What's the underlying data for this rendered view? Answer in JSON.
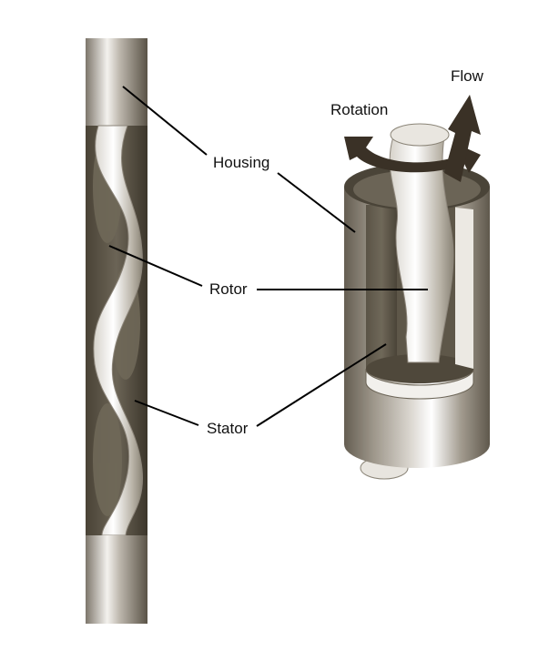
{
  "labels": {
    "housing": "Housing",
    "rotor": "Rotor",
    "stator": "Stator",
    "rotation": "Rotation",
    "flow": "Flow"
  },
  "colors": {
    "housing_dark": "#4a4438",
    "housing_mid": "#8c857a",
    "housing_light": "#f2f0ec",
    "stator_dark": "#3e382d",
    "rotor_light": "#ffffff",
    "arrow": "#3a3126"
  },
  "icons": {
    "rotation_arrow": "curved-arrow-icon",
    "flow_arrow": "upward-arrow-icon"
  }
}
